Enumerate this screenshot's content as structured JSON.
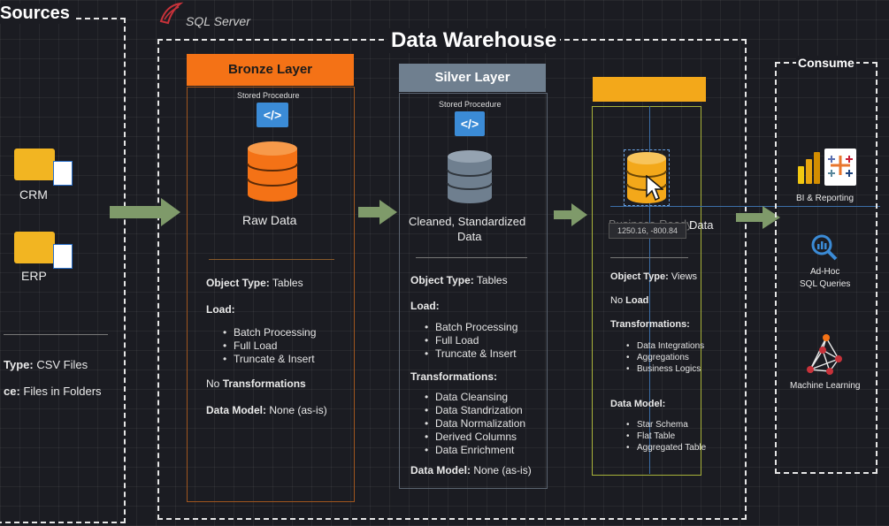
{
  "sources": {
    "title": "Sources",
    "items": [
      {
        "label": "CRM"
      },
      {
        "label": "ERP"
      }
    ],
    "type_line": {
      "label": "Type:",
      "value": "CSV Files"
    },
    "interface_line": {
      "label": "ce:",
      "value": "Files in Folders"
    }
  },
  "warehouse": {
    "title": "Data Warehouse",
    "platform": "SQL Server"
  },
  "bronze": {
    "header": "Bronze Layer",
    "sp_label": "Stored Procedure",
    "code_glyph": "</>",
    "data_label": "Raw Data",
    "object_type_label": "Object Type:",
    "object_type_value": "Tables",
    "load_label": "Load:",
    "load_items": [
      "Batch Processing",
      "Full Load",
      "Truncate & Insert"
    ],
    "transform_prefix": "No",
    "transform_label": "Transformations",
    "model_label": "Data Model:",
    "model_value": "None (as-is)"
  },
  "silver": {
    "header": "Silver Layer",
    "sp_label": "Stored Procedure",
    "code_glyph": "</>",
    "data_label_1": "Cleaned, Standardized",
    "data_label_2": "Data",
    "object_type_label": "Object Type:",
    "object_type_value": "Tables",
    "load_label": "Load:",
    "load_items": [
      "Batch Processing",
      "Full Load",
      "Truncate & Insert"
    ],
    "transform_label": "Transformations:",
    "transform_items": [
      "Data Cleansing",
      "Data Standrization",
      "Data Normalization",
      "Derived Columns",
      "Data Enrichment"
    ],
    "model_label": "Data Model:",
    "model_value": "None (as-is)"
  },
  "gold": {
    "header": "",
    "data_label_left": "Business-Ready",
    "data_label_right": "Data",
    "coord_readout": "1250.16, -800.84",
    "object_type_label": "Object Type:",
    "object_type_value": "Views",
    "load_prefix": "No",
    "load_label": "Load",
    "transform_label": "Transformations:",
    "transform_items": [
      "Data Integrations",
      "Aggregations",
      "Business Logics"
    ],
    "model_label": "Data Model:",
    "model_items": [
      "Star Schema",
      "Flat Table",
      "Aggregated Table"
    ]
  },
  "consume": {
    "title": "Consume",
    "items": [
      {
        "label_1": "BI & Reporting",
        "label_2": ""
      },
      {
        "label_1": "Ad-Hoc",
        "label_2": "SQL Queries"
      },
      {
        "label_1": "Machine Learning",
        "label_2": ""
      }
    ]
  },
  "colors": {
    "bronze": "#f47216",
    "silver": "#6f7f8f",
    "gold": "#f3a81a",
    "arrow": "#7f9a6a",
    "icon_blue": "#3b8bd6"
  }
}
